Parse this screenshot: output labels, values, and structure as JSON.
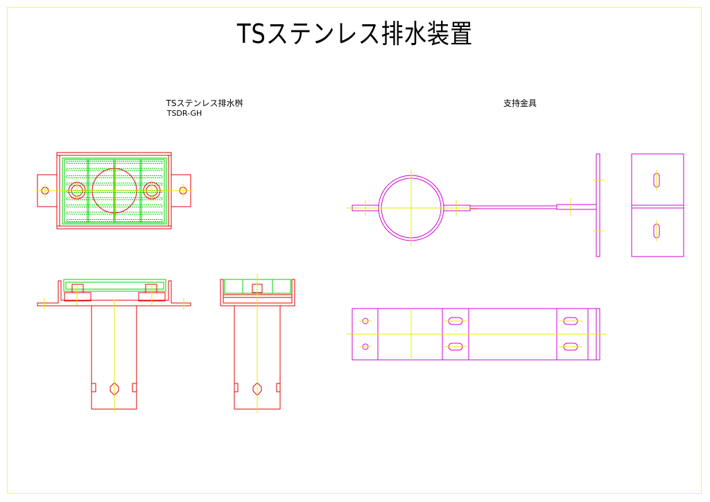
{
  "drawing": {
    "title": "TSステンレス排水装置",
    "left_view": {
      "title": "TSステンレス排水桝",
      "model": "TSDR-GH"
    },
    "right_view": {
      "title": "支持金具"
    }
  },
  "colors": {
    "frame": "#f0f080",
    "body": "#e00000",
    "grate": "#00d000",
    "centerline": "#e8e800",
    "bracket": "#d000d0"
  }
}
